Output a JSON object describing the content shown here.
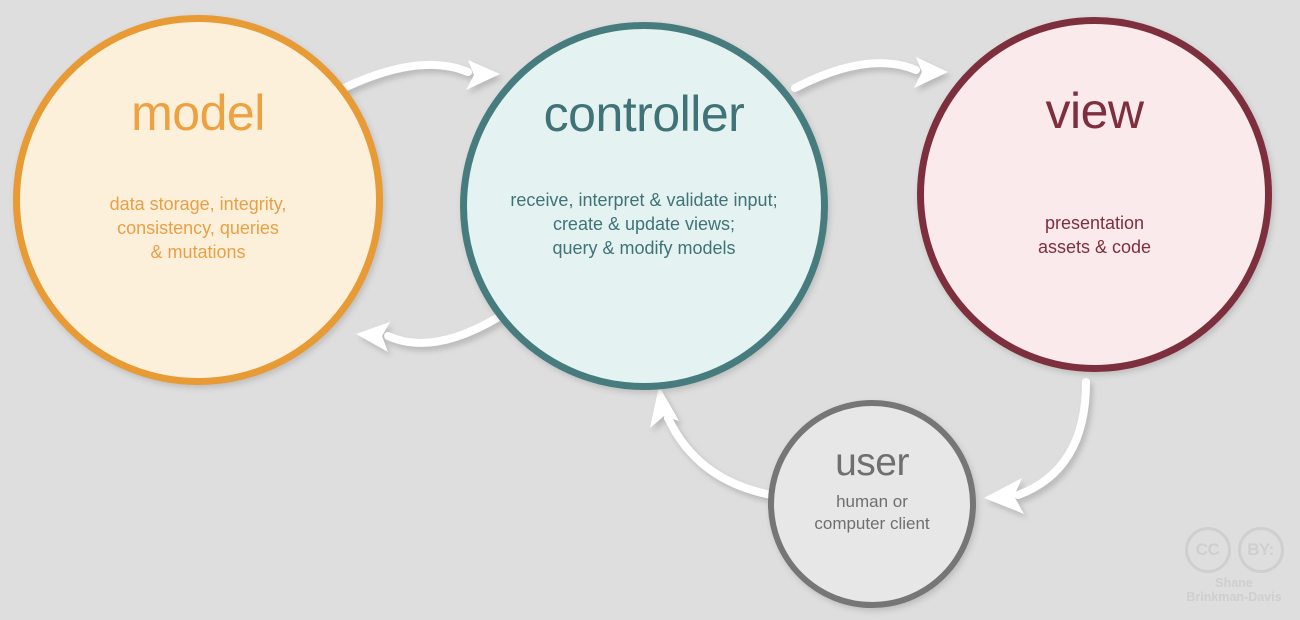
{
  "diagram": {
    "title": "MVC architecture diagram",
    "background_color": "#dedede",
    "nodes": [
      {
        "id": "model",
        "title": "model",
        "description": "data storage, integrity,\nconsistency, queries\n& mutations",
        "fill_color": "#fdf0da",
        "border_color": "#e89a35",
        "text_color": "#e8a047"
      },
      {
        "id": "controller",
        "title": "controller",
        "description": "receive, interpret & validate input;\ncreate & update views;\nquery & modify models",
        "fill_color": "#e4f3f1",
        "border_color": "#477c7f",
        "text_color": "#3f7377"
      },
      {
        "id": "view",
        "title": "view",
        "description": "presentation\nassets & code",
        "fill_color": "#fbeaec",
        "border_color": "#7d2f3e",
        "text_color": "#7d2f3e"
      },
      {
        "id": "user",
        "title": "user",
        "description": "human or\ncomputer client",
        "fill_color": "#e7e7e7",
        "border_color": "#767676",
        "text_color": "#6f6f6f"
      }
    ],
    "arrows": [
      {
        "id": "model-to-controller",
        "from": "model",
        "to": "controller",
        "color": "#ffffff"
      },
      {
        "id": "controller-to-model",
        "from": "controller",
        "to": "model",
        "color": "#ffffff"
      },
      {
        "id": "controller-to-view",
        "from": "controller",
        "to": "view",
        "color": "#ffffff"
      },
      {
        "id": "view-to-user",
        "from": "view",
        "to": "user",
        "color": "#ffffff"
      },
      {
        "id": "user-to-controller",
        "from": "user",
        "to": "controller",
        "color": "#ffffff"
      }
    ]
  },
  "license": {
    "cc_label": "CC",
    "by_label": "BY:",
    "author": "Shane\nBrinkman-Davis",
    "color": "#cfcfcf"
  }
}
